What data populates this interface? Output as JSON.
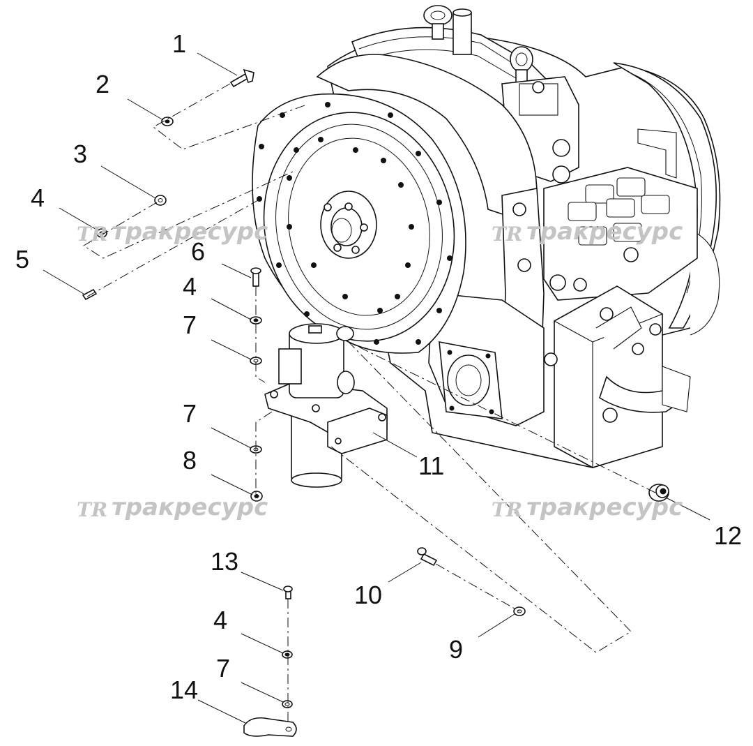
{
  "diagram": {
    "callouts": [
      {
        "id": "c1",
        "text": "1"
      },
      {
        "id": "c2",
        "text": "2"
      },
      {
        "id": "c3",
        "text": "3"
      },
      {
        "id": "c4a",
        "text": "4"
      },
      {
        "id": "c5",
        "text": "5"
      },
      {
        "id": "c6",
        "text": "6"
      },
      {
        "id": "c4b",
        "text": "4"
      },
      {
        "id": "c7a",
        "text": "7"
      },
      {
        "id": "c7b",
        "text": "7"
      },
      {
        "id": "c8",
        "text": "8"
      },
      {
        "id": "c11",
        "text": "11"
      },
      {
        "id": "c12",
        "text": "12"
      },
      {
        "id": "c13",
        "text": "13"
      },
      {
        "id": "c10",
        "text": "10"
      },
      {
        "id": "c4c",
        "text": "4"
      },
      {
        "id": "c9",
        "text": "9"
      },
      {
        "id": "c7c",
        "text": "7"
      },
      {
        "id": "c14",
        "text": "14"
      }
    ],
    "watermark": {
      "logo": "TR",
      "text": "тракресурс",
      "color": "#c4c4c4"
    }
  }
}
